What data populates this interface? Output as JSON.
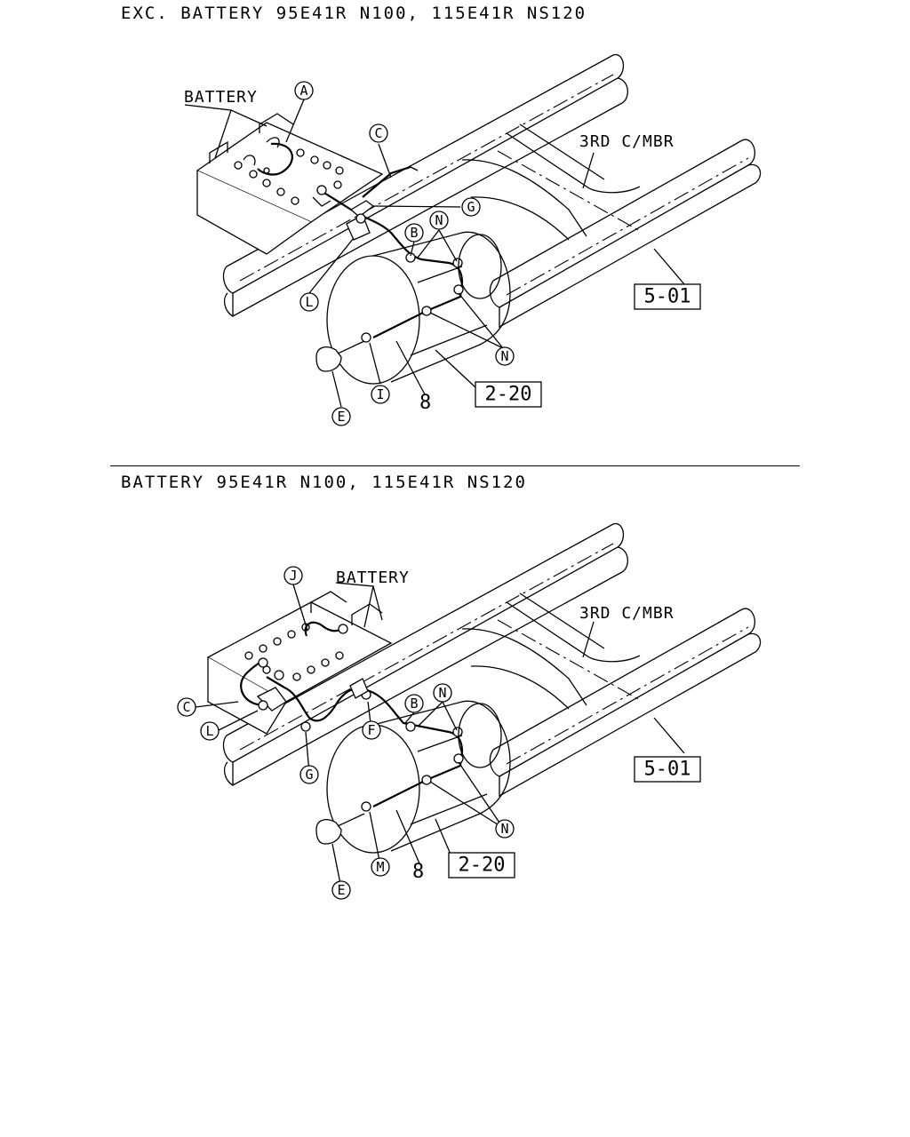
{
  "top": {
    "caption": "EXC. BATTERY 95E41R N100, 115E41R NS120",
    "battery_label": "BATTERY",
    "member_label": "3RD C/MBR",
    "ref_frame": "5-01",
    "ref_axle": "2-20",
    "part_number": "8",
    "callouts": {
      "a": "A",
      "c": "C",
      "g": "G",
      "n1": "N",
      "b": "B",
      "l": "L",
      "n2": "N",
      "i": "I",
      "e": "E"
    }
  },
  "bottom": {
    "caption": "BATTERY 95E41R N100, 115E41R NS120",
    "battery_label": "BATTERY",
    "member_label": "3RD C/MBR",
    "ref_frame": "5-01",
    "ref_axle": "2-20",
    "part_number": "8",
    "callouts": {
      "j": "J",
      "c": "C",
      "l": "L",
      "b": "B",
      "n1": "N",
      "f": "F",
      "g": "G",
      "n2": "N",
      "m": "M",
      "e": "E"
    }
  }
}
